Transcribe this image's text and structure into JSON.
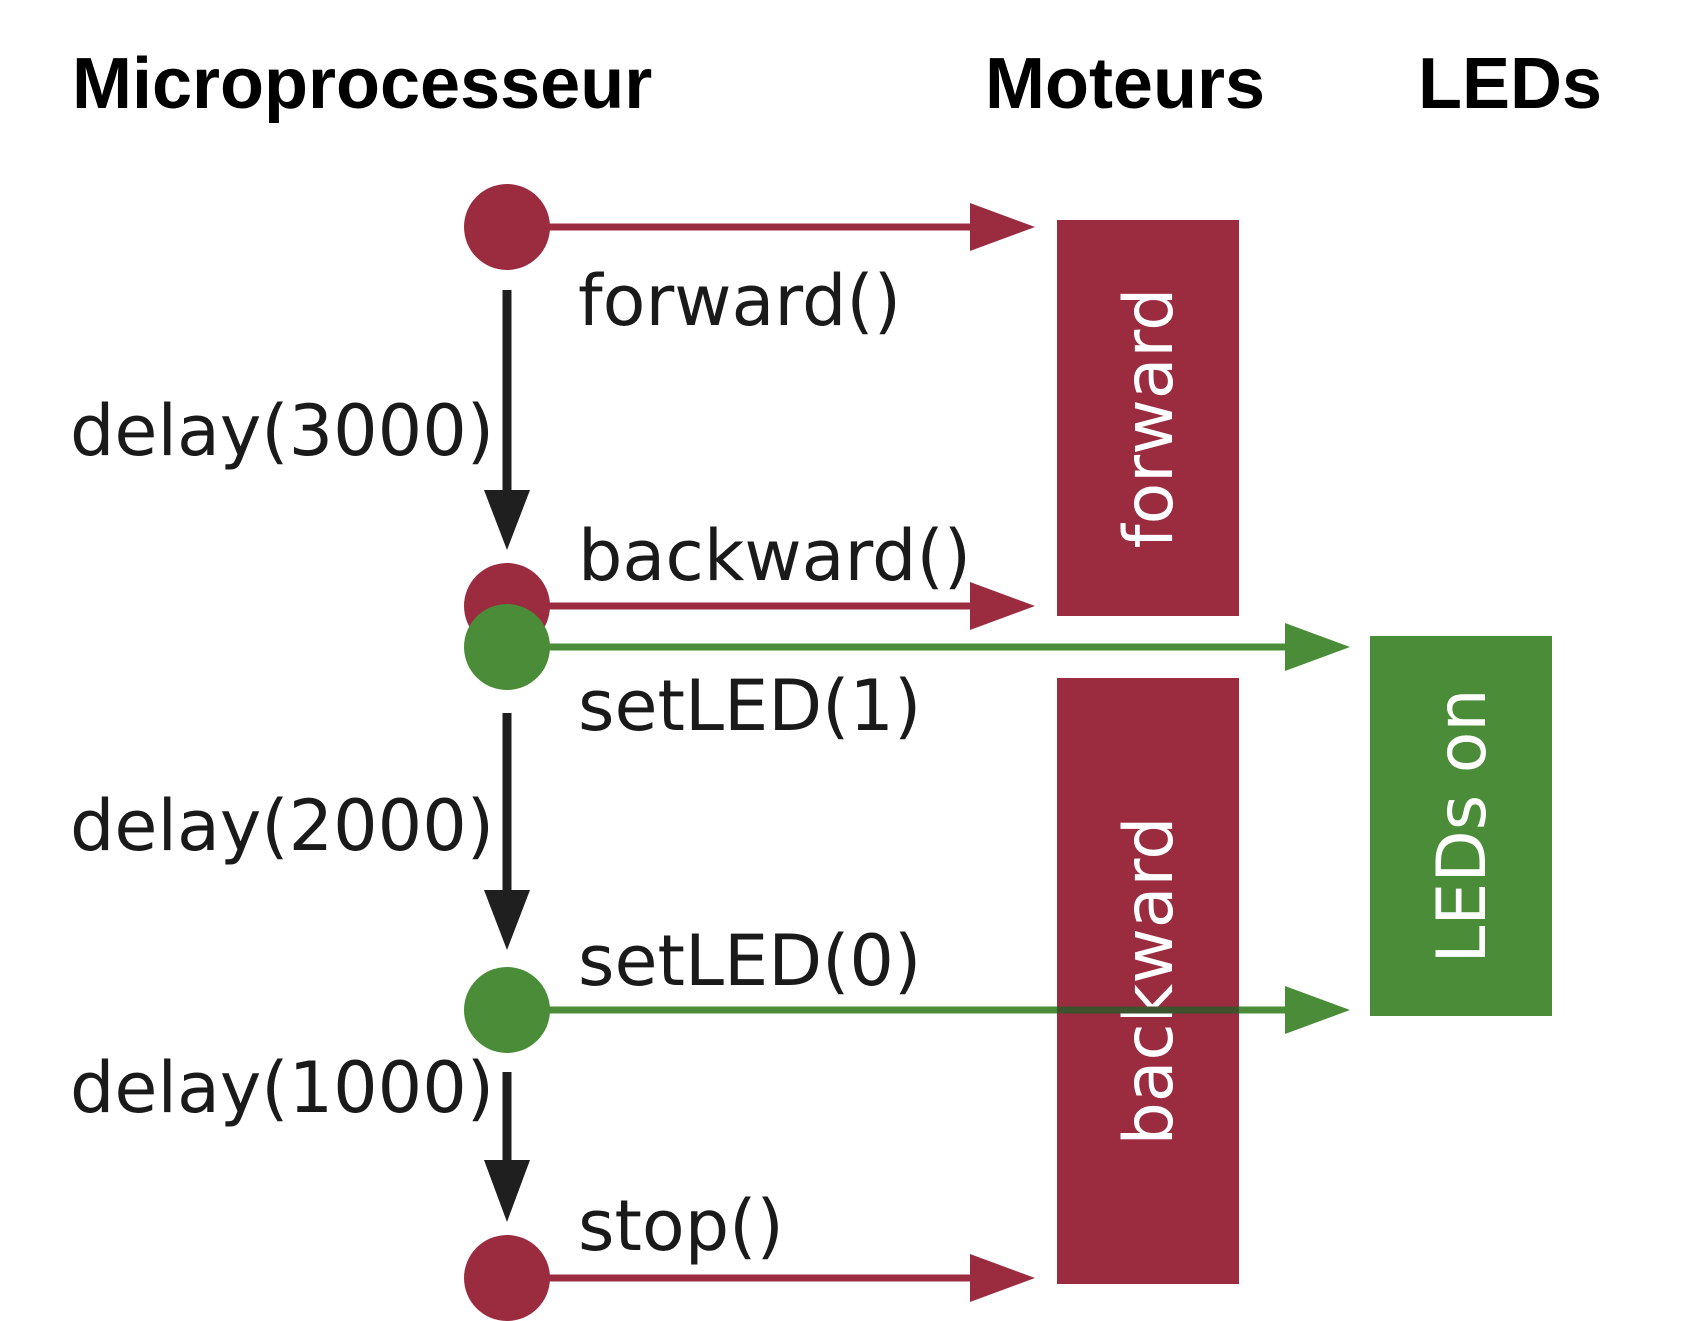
{
  "headers": {
    "microprocessor": "Microprocesseur",
    "motors": "Moteurs",
    "leds": "LEDs"
  },
  "calls": {
    "forward": "forward()",
    "backward": "backward()",
    "setled_on": "setLED(1)",
    "setled_off": "setLED(0)",
    "stop": "stop()"
  },
  "delays": {
    "d1": "delay(3000)",
    "d2": "delay(2000)",
    "d3": "delay(1000)"
  },
  "bars": {
    "forward": "forward",
    "backward": "backward",
    "leds_on": "LEDs on"
  },
  "colors": {
    "motor": "#9b2c40",
    "led": "#4a8c37",
    "arrow": "#1f1f1f"
  }
}
